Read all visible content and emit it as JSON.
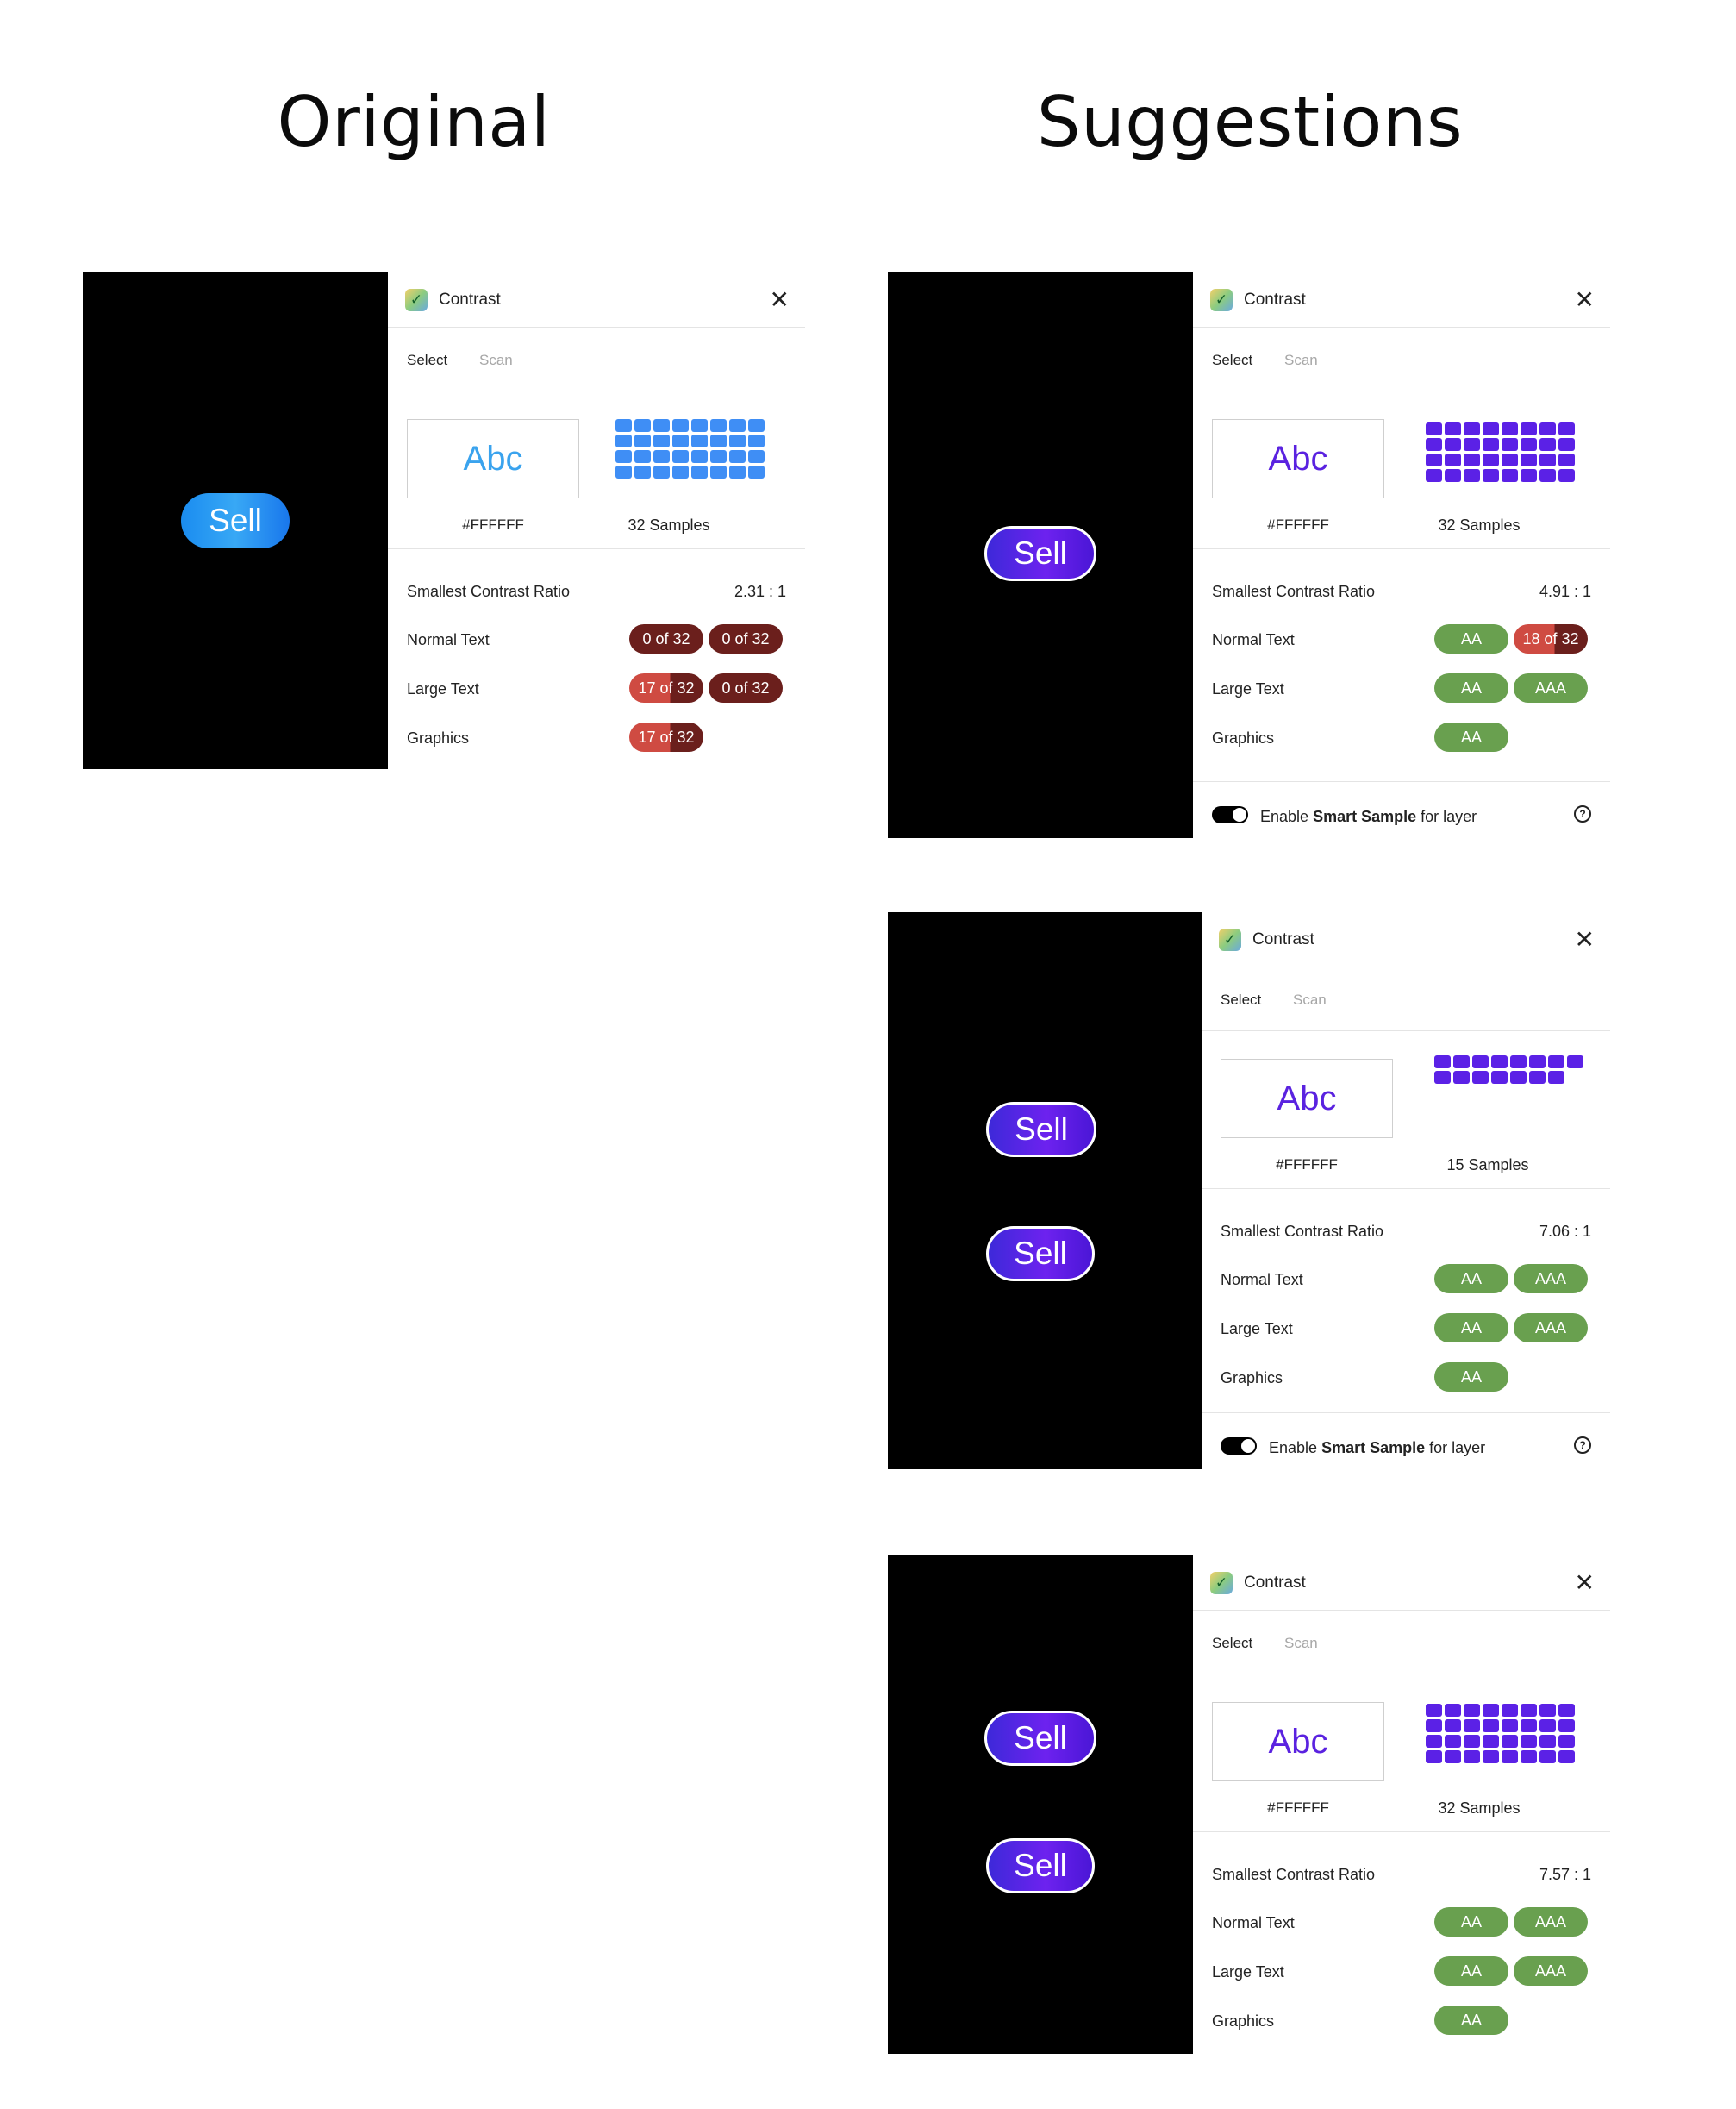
{
  "headings": {
    "original": "Original",
    "suggestions": "Suggestions"
  },
  "colors": {
    "blue_cell": "#3f8ef5",
    "purple_cell": "#5b21e6",
    "abc_blue": "#3aa3ee",
    "abc_purple": "#5a22e0",
    "pass_green": "#69a04f",
    "fail_dark": "#6b1f1c",
    "fail_red": "#cf4b42"
  },
  "icons": {
    "logo": "checkmark-icon",
    "close": "close-icon",
    "help": "help-circle-icon"
  },
  "panels": [
    {
      "id": "original",
      "sell_buttons": [
        "Sell"
      ],
      "plugin": {
        "title": "Contrast",
        "tabs": [
          "Select",
          "Scan"
        ],
        "swatch_text": "Abc",
        "hex": "#FFFFFF",
        "samples_label": "32 Samples",
        "sample_count": 32,
        "ratio_label": "Smallest Contrast Ratio",
        "ratio_value": "2.31 : 1",
        "rows": [
          {
            "label": "Normal Text",
            "badges": [
              "0 of 32",
              "0 of 32"
            ]
          },
          {
            "label": "Large Text",
            "badges": [
              "17 of 32",
              "0 of 32"
            ]
          },
          {
            "label": "Graphics",
            "badges": [
              "17 of 32"
            ]
          }
        ]
      }
    },
    {
      "id": "suggestion-1",
      "sell_buttons": [
        "Sell"
      ],
      "plugin": {
        "title": "Contrast",
        "tabs": [
          "Select",
          "Scan"
        ],
        "swatch_text": "Abc",
        "hex": "#FFFFFF",
        "samples_label": "32 Samples",
        "sample_count": 32,
        "ratio_label": "Smallest Contrast Ratio",
        "ratio_value": "4.91 : 1",
        "rows": [
          {
            "label": "Normal Text",
            "badges": [
              "AA",
              "18 of 32"
            ]
          },
          {
            "label": "Large Text",
            "badges": [
              "AA",
              "AAA"
            ]
          },
          {
            "label": "Graphics",
            "badges": [
              "AA"
            ]
          }
        ],
        "smart": {
          "prefix": "Enable",
          "bold": "Smart Sample",
          "suffix": "for layer"
        }
      }
    },
    {
      "id": "suggestion-2",
      "sell_buttons": [
        "Sell",
        "Sell"
      ],
      "plugin": {
        "title": "Contrast",
        "tabs": [
          "Select",
          "Scan"
        ],
        "swatch_text": "Abc",
        "hex": "#FFFFFF",
        "samples_label": "15 Samples",
        "sample_count": 15,
        "ratio_label": "Smallest Contrast Ratio",
        "ratio_value": "7.06 : 1",
        "rows": [
          {
            "label": "Normal Text",
            "badges": [
              "AA",
              "AAA"
            ]
          },
          {
            "label": "Large Text",
            "badges": [
              "AA",
              "AAA"
            ]
          },
          {
            "label": "Graphics",
            "badges": [
              "AA"
            ]
          }
        ],
        "smart": {
          "prefix": "Enable",
          "bold": "Smart Sample",
          "suffix": "for layer"
        }
      }
    },
    {
      "id": "suggestion-3",
      "sell_buttons": [
        "Sell",
        "Sell"
      ],
      "plugin": {
        "title": "Contrast",
        "tabs": [
          "Select",
          "Scan"
        ],
        "swatch_text": "Abc",
        "hex": "#FFFFFF",
        "samples_label": "32 Samples",
        "sample_count": 32,
        "ratio_label": "Smallest Contrast Ratio",
        "ratio_value": "7.57 : 1",
        "rows": [
          {
            "label": "Normal Text",
            "badges": [
              "AA",
              "AAA"
            ]
          },
          {
            "label": "Large Text",
            "badges": [
              "AA",
              "AAA"
            ]
          },
          {
            "label": "Graphics",
            "badges": [
              "AA"
            ]
          }
        ]
      }
    }
  ]
}
